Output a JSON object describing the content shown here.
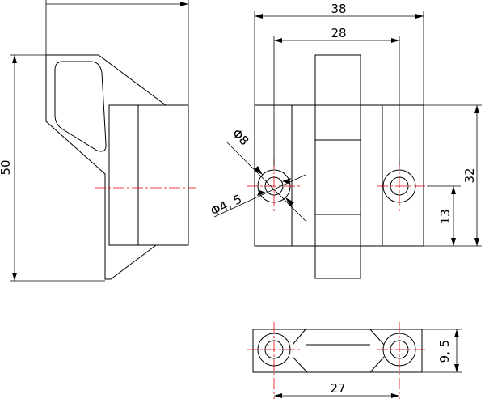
{
  "dimensions": {
    "overall_width": "38",
    "hole_spacing_top": "28",
    "height": "50",
    "side_height": "32",
    "center_height": "13",
    "bore_diameter": "Φ8",
    "hole_diameter": "Φ4, 5",
    "base_thickness": "9, 5",
    "hole_spacing_bottom": "27"
  },
  "colors": {
    "outline": "#000000",
    "centerline": "#e00000"
  }
}
